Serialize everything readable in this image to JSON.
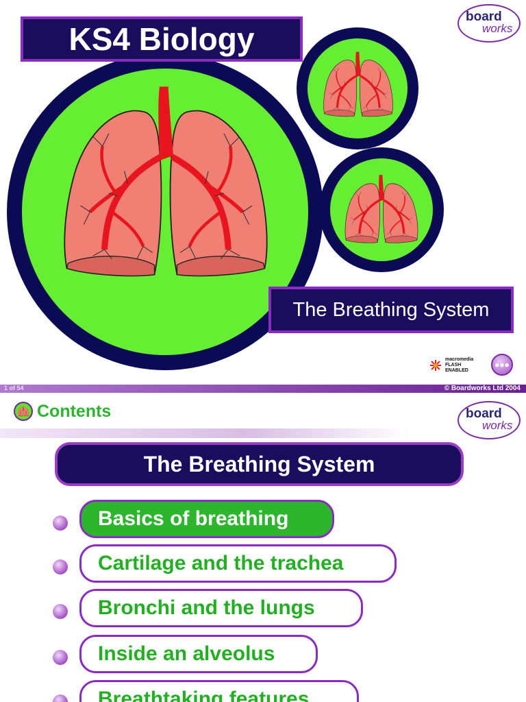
{
  "slide1": {
    "title": "KS4 Biology",
    "subtitle": "The Breathing System",
    "logo": {
      "line1": "board",
      "line2": "works",
      "icon": "boardworks-logo"
    },
    "flash_badge": {
      "line1": "macromedia",
      "line2": "FLASH",
      "line3": "ENABLED",
      "icon": "flash-logo"
    },
    "next_button": {
      "label": "●●●",
      "icon": "next-arrow-icon"
    },
    "footer": {
      "page": "1 of 54",
      "copyright": "© Boardworks Ltd 2004"
    }
  },
  "slide2": {
    "contents_label": "Contents",
    "contents_icon": "lungs-icon",
    "logo": {
      "line1": "board",
      "line2": "works"
    },
    "section_title": "The Breathing System",
    "menu": [
      {
        "label": "Basics of breathing",
        "active": true
      },
      {
        "label": "Cartilage and the trachea",
        "active": false
      },
      {
        "label": "Bronchi and the lungs",
        "active": false
      },
      {
        "label": "Inside an alveolus",
        "active": false
      },
      {
        "label": "Breathtaking features",
        "active": false
      }
    ]
  },
  "colors": {
    "navy": "#1a0d5e",
    "purple": "#8a2cc2",
    "green": "#66ee33",
    "text_green": "#2db52d",
    "lung": "#f07f74",
    "vessel": "#e8141e"
  }
}
